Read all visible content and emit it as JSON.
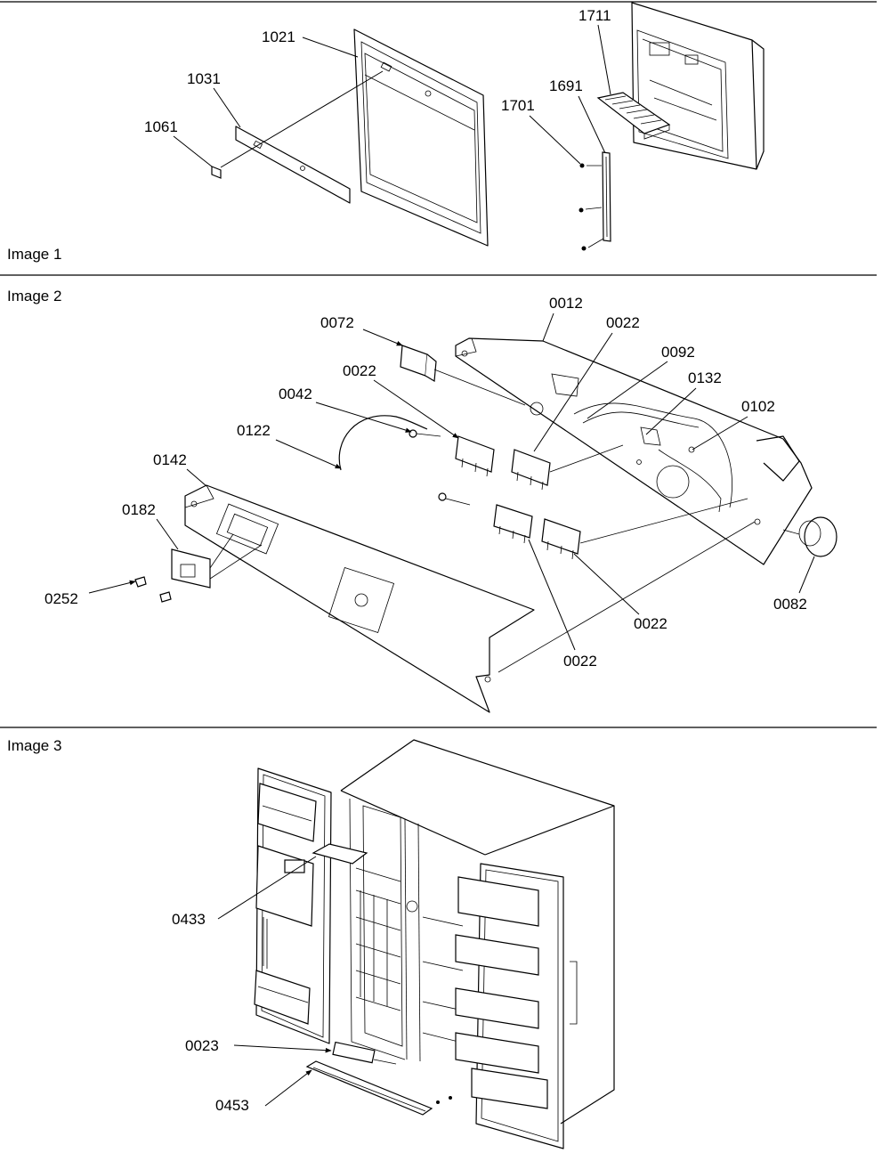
{
  "panels": [
    {
      "title": "Image 1",
      "callouts": {
        "c1021": "1021",
        "c1031": "1031",
        "c1061": "1061",
        "c1711": "1711",
        "c1691": "1691",
        "c1701": "1701"
      }
    },
    {
      "title": "Image 2",
      "callouts": {
        "c0012": "0012",
        "c0072": "0072",
        "c0022a": "0022",
        "c0022b": "0022",
        "c0092": "0092",
        "c0132": "0132",
        "c0042": "0042",
        "c0102": "0102",
        "c0122": "0122",
        "c0142": "0142",
        "c0182": "0182",
        "c0252": "0252",
        "c0082": "0082",
        "c0022c": "0022",
        "c0022d": "0022"
      }
    },
    {
      "title": "Image 3",
      "callouts": {
        "c0433": "0433",
        "c0023": "0023",
        "c0453": "0453"
      }
    }
  ]
}
